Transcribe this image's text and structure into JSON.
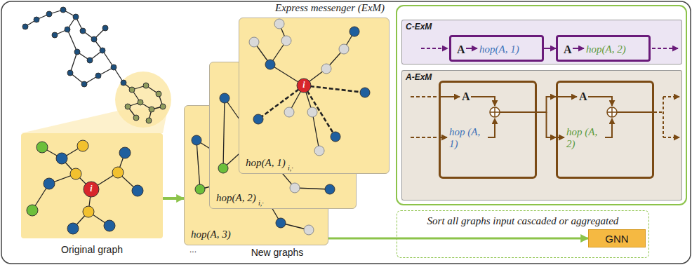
{
  "diagram": {
    "title": "Express messenger (ExM)",
    "nodes": [
      {
        "text": [
          "Original graph"
        ]
      },
      {
        "text": [
          "hop(A, 3)"
        ]
      },
      {
        "text": [
          "hop(A, 2)",
          "i,·"
        ]
      },
      {
        "text": [
          "hop(A, 1)",
          "i,·"
        ]
      },
      {
        "text": [
          "C-ExM"
        ]
      },
      {
        "text": [
          "A",
          "hop(A, 1)"
        ],
        "in": 4
      },
      {
        "text": [
          "A",
          "hop(A, 2)"
        ],
        "in": 4
      },
      {
        "text": [
          "A-ExM"
        ]
      },
      {
        "text": [
          "A",
          "hop (A, 1)"
        ],
        "in": 7
      },
      {
        "text": [
          "A",
          "hop (A, 2)"
        ],
        "in": 7
      },
      {
        "text": [
          "Sort all graphs input cascaded or aggregated"
        ]
      },
      {
        "text": [
          "GNN"
        ]
      }
    ],
    "edges": [
      {
        "from": 0,
        "to": 1,
        "arrow": "to"
      },
      {
        "from": 1,
        "to": 11,
        "arrow": "to"
      },
      {
        "from": 5,
        "to": 6,
        "arrow": "to"
      },
      {
        "from": 8,
        "to": 9,
        "arrow": "to"
      }
    ],
    "labels": [
      "i",
      "i",
      "New graphs",
      "..."
    ]
  }
}
